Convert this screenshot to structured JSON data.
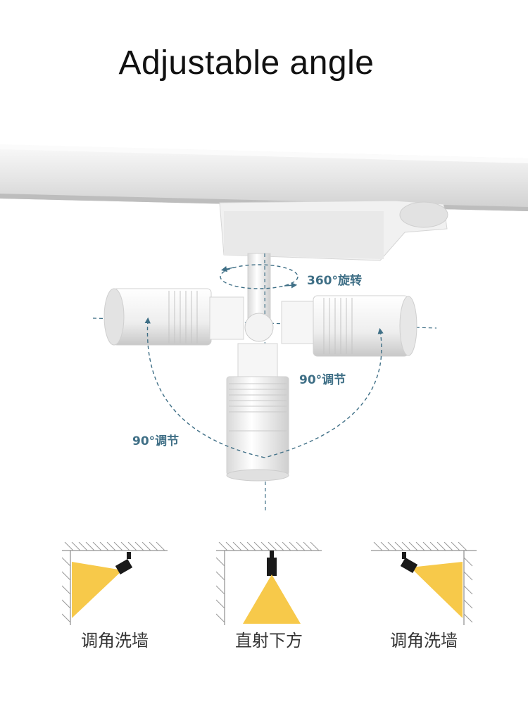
{
  "title": "Adjustable angle",
  "annotations": {
    "rotate": "360°旋转",
    "tilt_right": "90°调节",
    "tilt_left": "90°调节"
  },
  "scenes": [
    {
      "label": "调角洗墙",
      "icon": "wall-wash-left-icon"
    },
    {
      "label": "直射下方",
      "icon": "downlight-icon"
    },
    {
      "label": "调角洗墙",
      "icon": "wall-wash-right-icon"
    }
  ],
  "colors": {
    "accent": "#3f6f86",
    "beam": "#f7c94a",
    "lamp_body": "#f2f2f2",
    "lamp_head": "#1a1a1a"
  }
}
